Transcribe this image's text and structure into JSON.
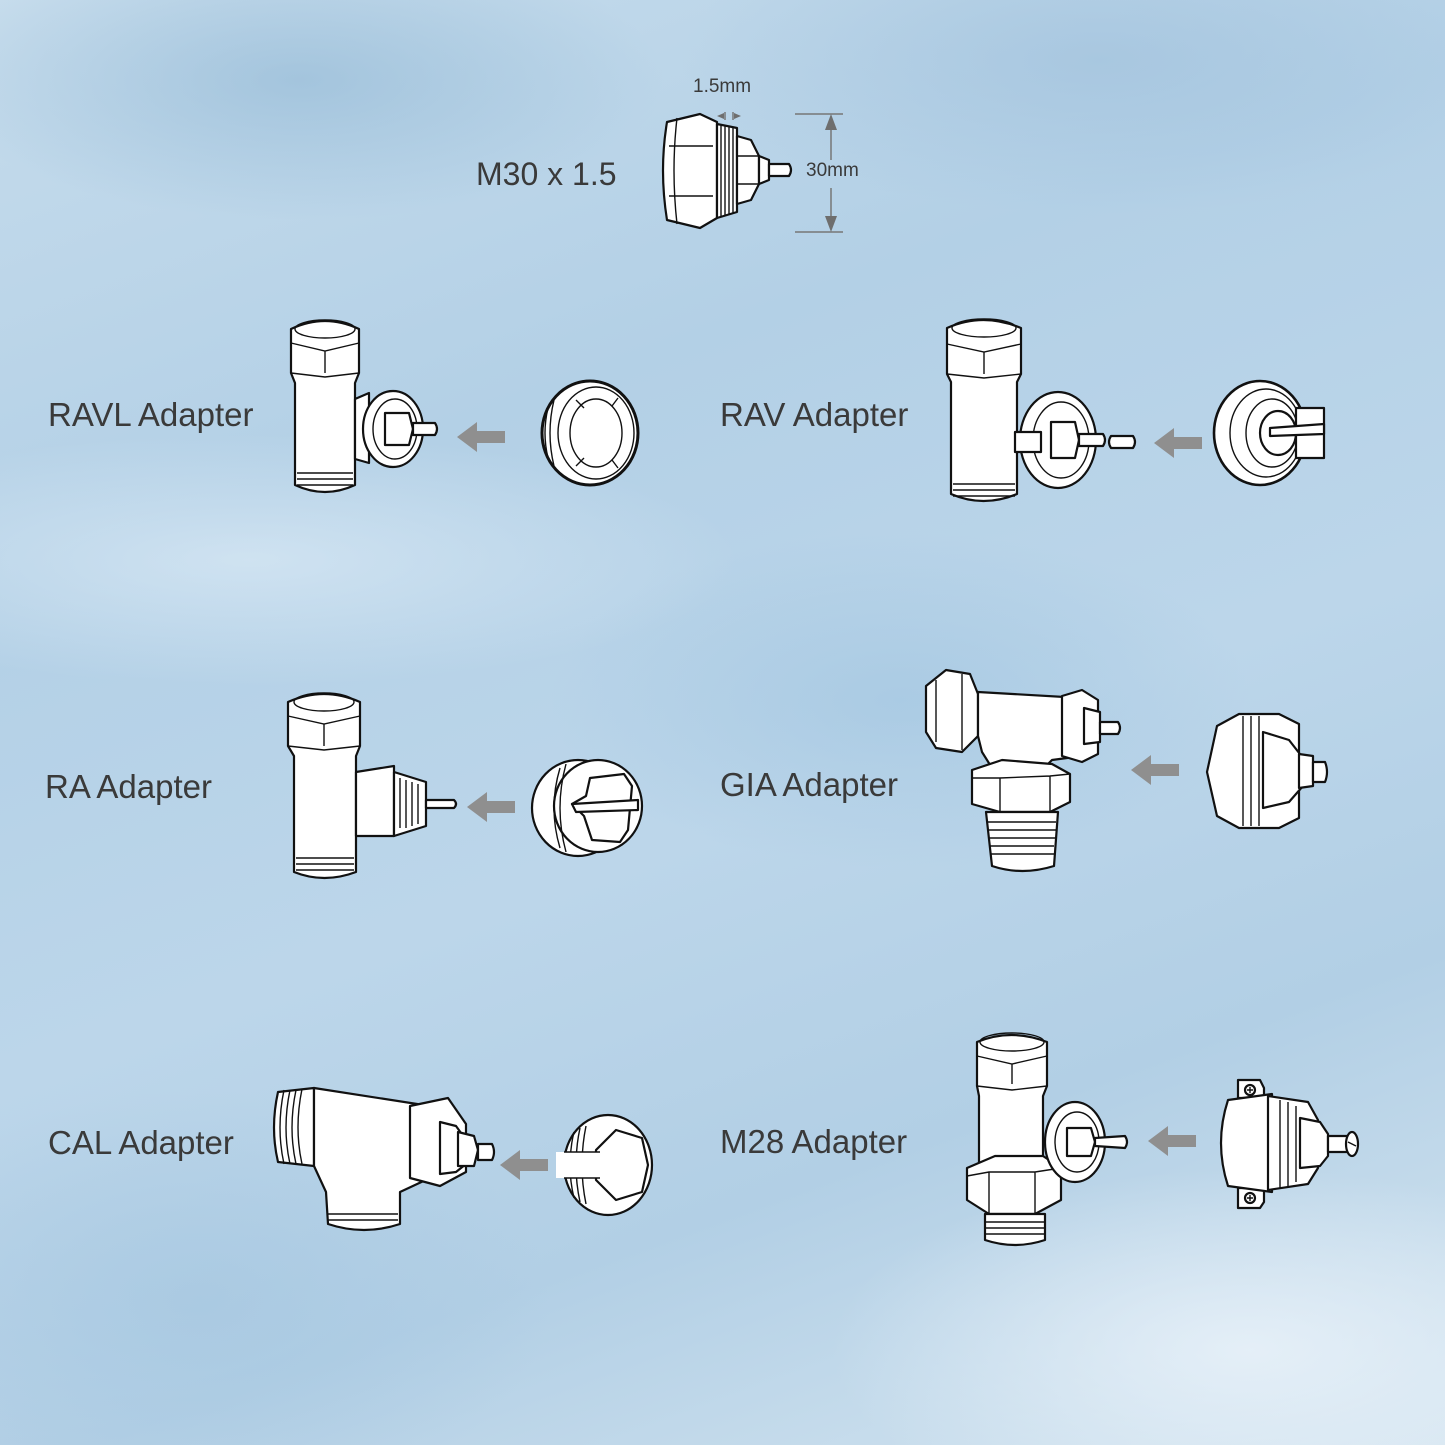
{
  "header": {
    "thread_spec": "M30 x 1.5",
    "pitch_dimension": "1.5mm",
    "diameter_dimension": "30mm"
  },
  "adapters": [
    {
      "id": "ravl",
      "label": "RAVL Adapter"
    },
    {
      "id": "rav",
      "label": "RAV Adapter"
    },
    {
      "id": "ra",
      "label": "RA Adapter"
    },
    {
      "id": "gia",
      "label": "GIA Adapter"
    },
    {
      "id": "cal",
      "label": "CAL Adapter"
    },
    {
      "id": "m28",
      "label": "M28 Adapter"
    }
  ],
  "colors": {
    "text": "#3a3a3a",
    "arrow": "#8f8f8f",
    "outline": "#111111",
    "background": "#b8d3e8"
  }
}
